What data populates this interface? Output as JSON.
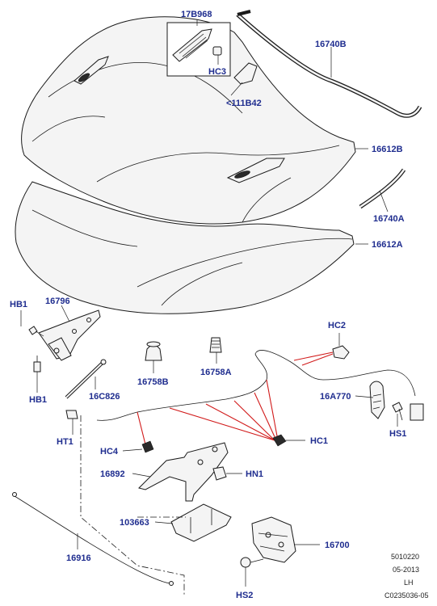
{
  "labels": {
    "p17B968": "17B968",
    "pHC3": "HC3",
    "p111B42": "<111B42",
    "p16740B": "16740B",
    "p16612B": "16612B",
    "p16740A": "16740A",
    "p16612A": "16612A",
    "pHB1a": "HB1",
    "p16796": "16796",
    "pHB1b": "HB1",
    "p16C826": "16C826",
    "p16758B": "16758B",
    "p16758A": "16758A",
    "pHC2": "HC2",
    "p16A770": "16A770",
    "pHS1": "HS1",
    "pHT1": "HT1",
    "pHC4": "HC4",
    "pHC1": "HC1",
    "p16892": "16892",
    "pHN1": "HN1",
    "p103663": "103663",
    "p16700": "16700",
    "p16916": "16916",
    "pHS2": "HS2"
  },
  "meta": {
    "code1": "5010220",
    "date": "05-2013",
    "side": "LH",
    "ref": "C0235036-05"
  },
  "colors": {
    "label": "#1f2d8f",
    "cable_highlight": "#d11a1a"
  }
}
